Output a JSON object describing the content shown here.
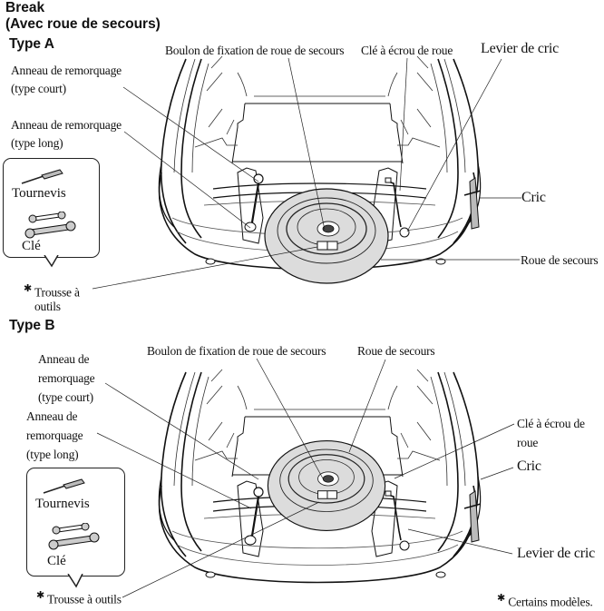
{
  "header": {
    "title": "Break",
    "subtitle": "(Avec roue de secours)"
  },
  "type_a": {
    "heading": "Type A",
    "labels": {
      "anneau_court_1": "Anneau de remorquage",
      "anneau_court_2": "(type court)",
      "anneau_long_1": "Anneau de remorquage",
      "anneau_long_2": "(type long)",
      "boulon": "Boulon de fixation de roue de secours",
      "cle_ecrou": "Clé à écrou de roue",
      "levier": "Levier de cric",
      "cric": "Cric",
      "roue": "Roue de secours",
      "trousse_1": "Trousse à",
      "trousse_2": "outils"
    },
    "tool_kit": {
      "screwdriver": "Tournevis",
      "wrench": "Clé"
    }
  },
  "type_b": {
    "heading": "Type B",
    "labels": {
      "anneau_court_1": "Anneau de",
      "anneau_court_2": "remorquage",
      "anneau_court_3": "(type court)",
      "anneau_long_1": "Anneau de",
      "anneau_long_2": "remorquage",
      "anneau_long_3": "(type long)",
      "boulon": "Boulon de fixation de roue de secours",
      "roue": "Roue de secours",
      "cle_ecrou_1": "Clé à écrou de",
      "cle_ecrou_2": "roue",
      "cric": "Cric",
      "levier": "Levier de cric",
      "trousse": "Trousse à outils"
    },
    "tool_kit": {
      "screwdriver": "Tournevis",
      "wrench": "Clé"
    }
  },
  "footnote": {
    "marker": "✱",
    "text": "Certains modèles."
  }
}
